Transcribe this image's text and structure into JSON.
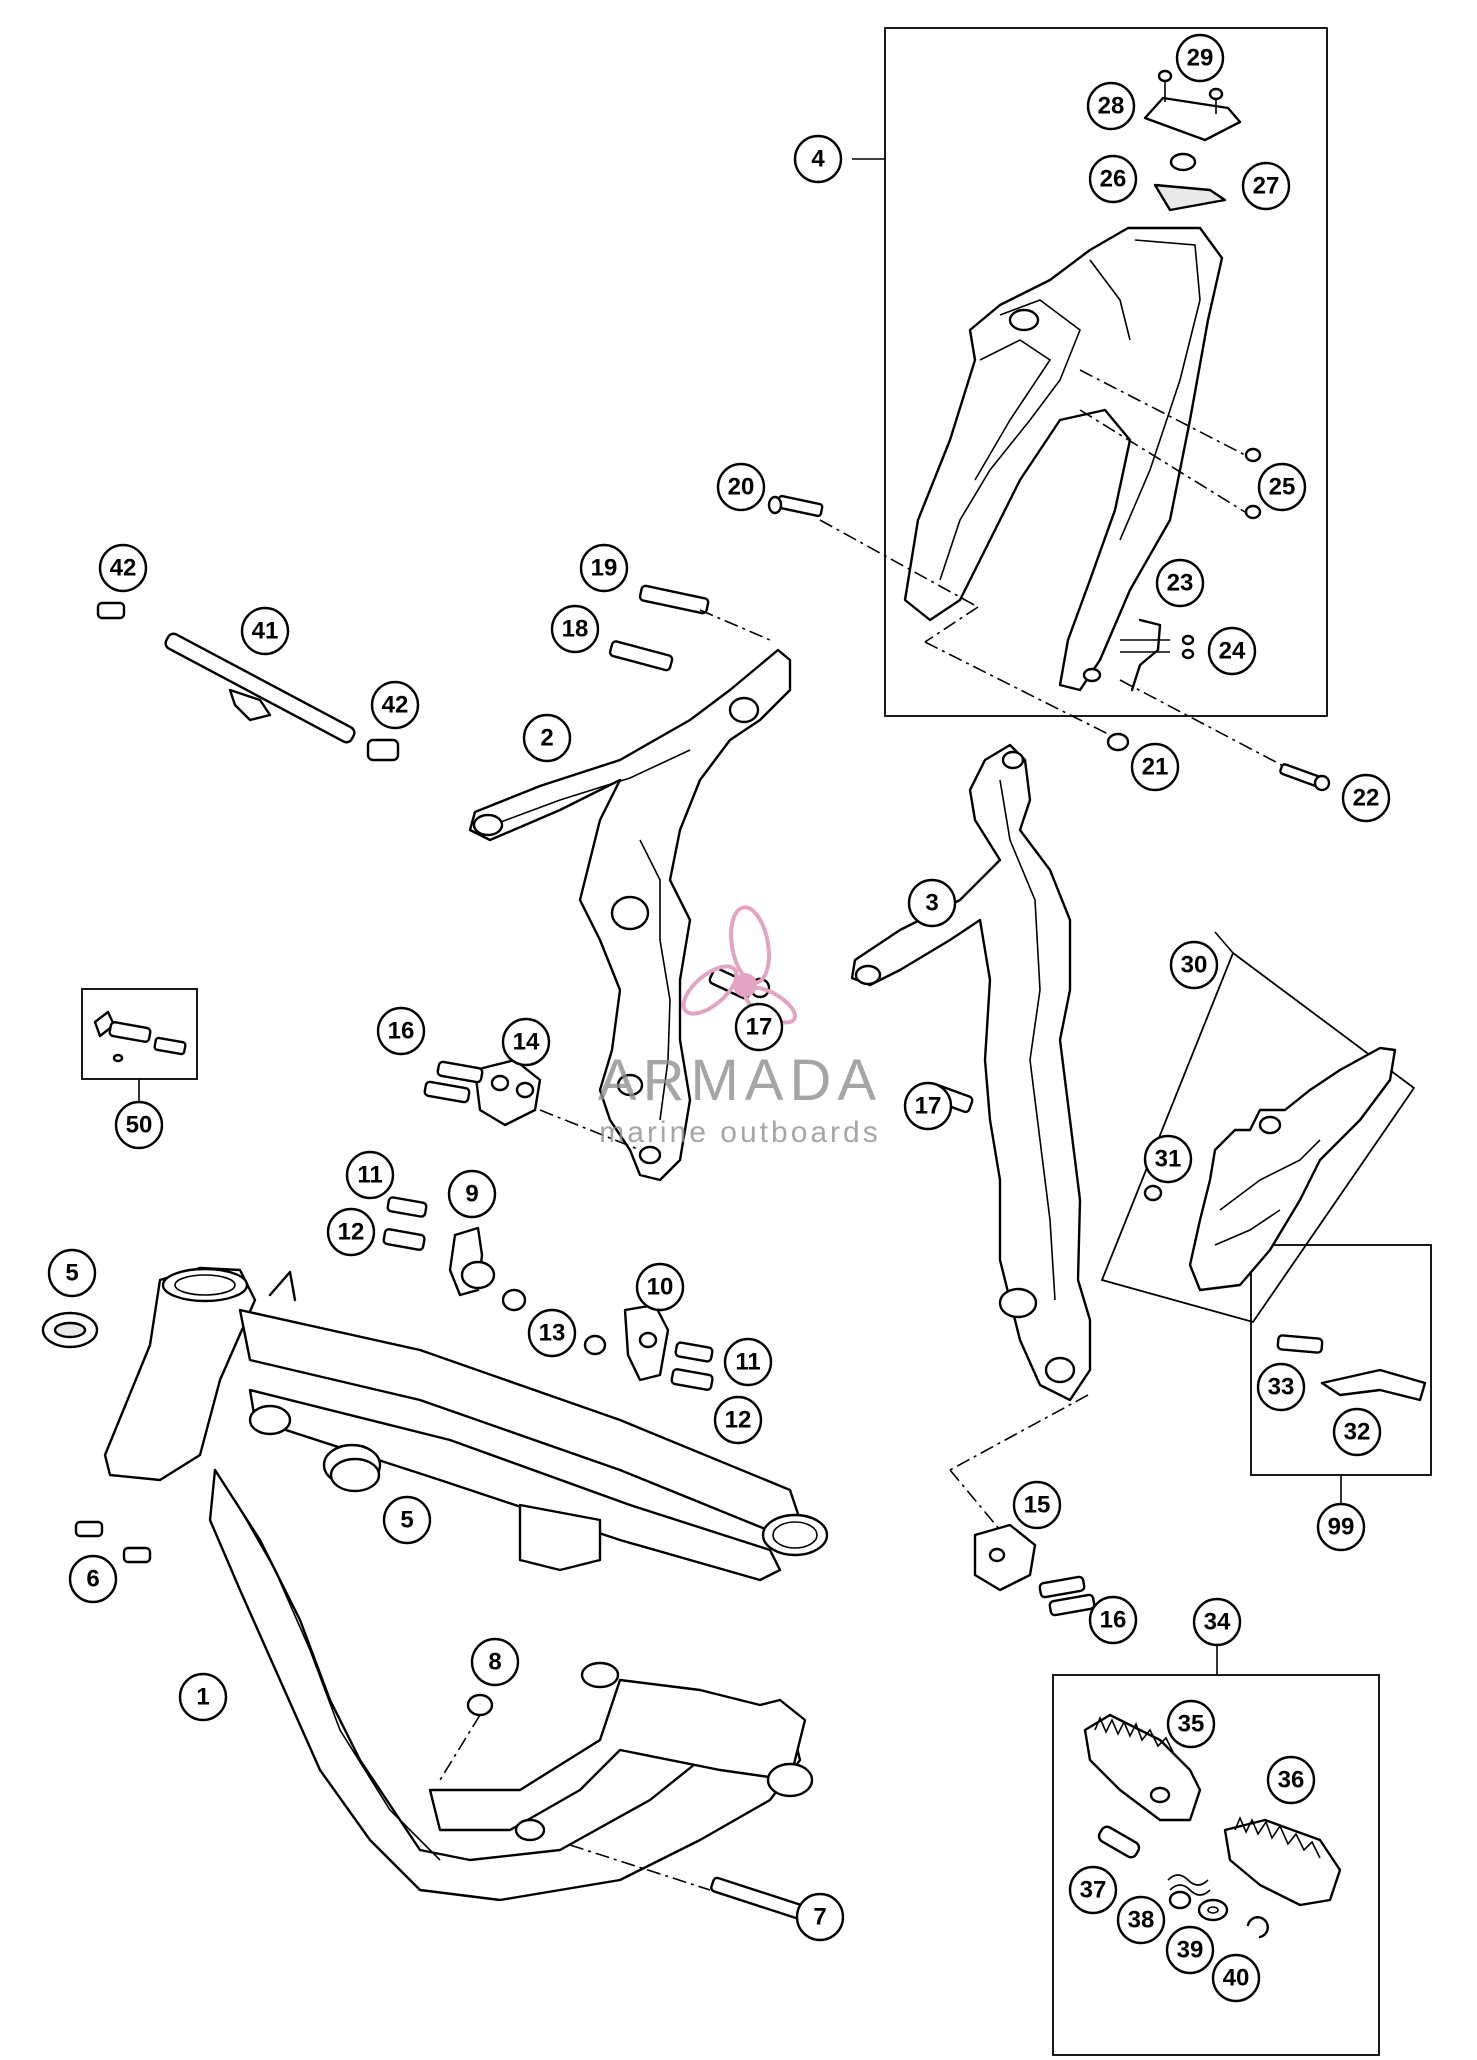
{
  "callouts": {
    "c1": "1",
    "c2": "2",
    "c3": "3",
    "c4": "4",
    "c5a": "5",
    "c5b": "5",
    "c6": "6",
    "c7": "7",
    "c8": "8",
    "c9": "9",
    "c10": "10",
    "c11a": "11",
    "c11b": "11",
    "c12a": "12",
    "c12b": "12",
    "c13": "13",
    "c14": "14",
    "c15": "15",
    "c16a": "16",
    "c16b": "16",
    "c17a": "17",
    "c17b": "17",
    "c18": "18",
    "c19": "19",
    "c20": "20",
    "c21": "21",
    "c22": "22",
    "c23": "23",
    "c24": "24",
    "c25": "25",
    "c26": "26",
    "c27": "27",
    "c28": "28",
    "c29": "29",
    "c30": "30",
    "c31": "31",
    "c32": "32",
    "c33": "33",
    "c34": "34",
    "c35": "35",
    "c36": "36",
    "c37": "37",
    "c38": "38",
    "c39": "39",
    "c40": "40",
    "c41": "41",
    "c42a": "42",
    "c42b": "42",
    "c50": "50",
    "c99": "99"
  },
  "watermark": {
    "brand": "ARMADA",
    "tagline": "marine outboards",
    "logo": "propeller-logo",
    "logo_color": "#e3a3c3"
  },
  "colors": {
    "line": "#000000",
    "background": "#ffffff",
    "watermark": "#8f8f8f"
  }
}
